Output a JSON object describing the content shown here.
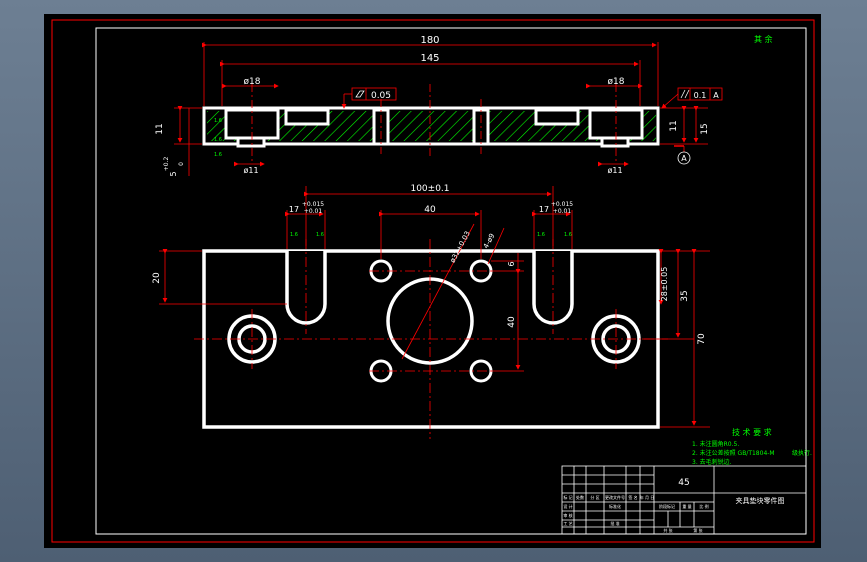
{
  "colors": {
    "background": "#000000",
    "border": "#ff0000",
    "outline": "#ffffff",
    "dimension": "#ff0000",
    "hatch": "#00ff00",
    "note": "#00ff00",
    "frame_outer": "#5a6b80"
  },
  "corner_mark": "其 余",
  "front_view": {
    "dims": {
      "overall_length": "180",
      "hole_spacing": "145",
      "dia_left": "ø18",
      "dia_right": "ø18",
      "flatness_value": "0.05",
      "parallelism_value": "0.1",
      "parallelism_datum": "A",
      "height_left": "11",
      "height_right_a": "11",
      "height_right_b": "15",
      "step_depth": "5",
      "step_tol_upper": "+0.2",
      "step_tol_lower": "0",
      "dia_small_left": "ø11",
      "dia_small_right": "ø11",
      "datum_letter": "A",
      "roughness_a": "1.6",
      "roughness_b": "1.6",
      "roughness_c": "1.6"
    }
  },
  "top_view": {
    "dims": {
      "slot_spacing": "100±0.1",
      "slot_width_left": "17",
      "slot_width_left_tol_upper": "+0.015",
      "slot_width_left_tol_lower": "+0.01",
      "slot_width_right": "17",
      "slot_width_right_tol_upper": "+0.015",
      "slot_width_right_tol_lower": "+0.01",
      "hole_spacing_x": "40",
      "center_hole_dia": "ø32+0.03",
      "four_holes": "4-ø9",
      "slot_depth": "20",
      "hole_offset": "6",
      "hole_spacing_y": "40",
      "height_28": "28±0.05",
      "height_35": "35",
      "height_70": "70",
      "roughness_a": "1.6",
      "roughness_b": "1.6",
      "roughness_c": "1.6",
      "roughness_d": "1.6"
    }
  },
  "tech_notes": {
    "title": "技 术 要 求",
    "lines": [
      "1. 未注圆角R0.5.",
      "2. 未注公差按照 GB/T1804-M",
      "3. 去毛刺锐边."
    ],
    "trailing": "级执行."
  },
  "title_block": {
    "material": "45",
    "drawing_name": "夹具垫块零件图",
    "labels": {
      "mark": "标 记",
      "count": "处数",
      "zone": "分 区",
      "change_doc": "更改文件号",
      "signature": "签 名",
      "date": "年 月 日",
      "designer": "设 计",
      "standardize": "标准化",
      "stage_mark": "阶段标记",
      "weight": "重 量",
      "scale": "比 例",
      "review": "审 核",
      "process": "工 艺",
      "approve": "批 准",
      "sheet_total": "共 张",
      "sheet_no": "第 张"
    }
  }
}
